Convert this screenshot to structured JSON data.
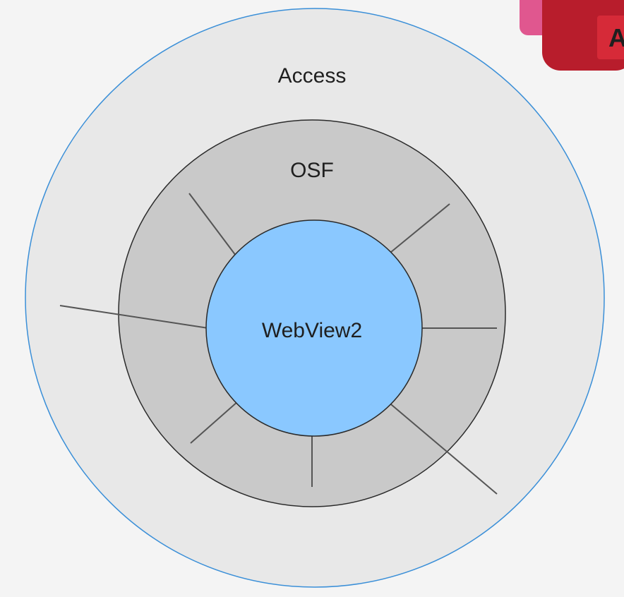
{
  "diagram": {
    "outer_ring": {
      "label": "Access",
      "fill": "#e8e8e8",
      "stroke": "#3a8fd8"
    },
    "middle_ring": {
      "label": "OSF",
      "fill": "#c9c9c9",
      "stroke": "#2a2a2a"
    },
    "inner_circle": {
      "label": "WebView2",
      "fill": "#8ac8ff",
      "stroke": "#2a2a2a"
    },
    "connector_color": "#555555"
  },
  "app_logo": {
    "letter": "A",
    "icon": "access-app-icon",
    "colors": {
      "primary": "#c4202e",
      "secondary": "#e0578f"
    }
  }
}
